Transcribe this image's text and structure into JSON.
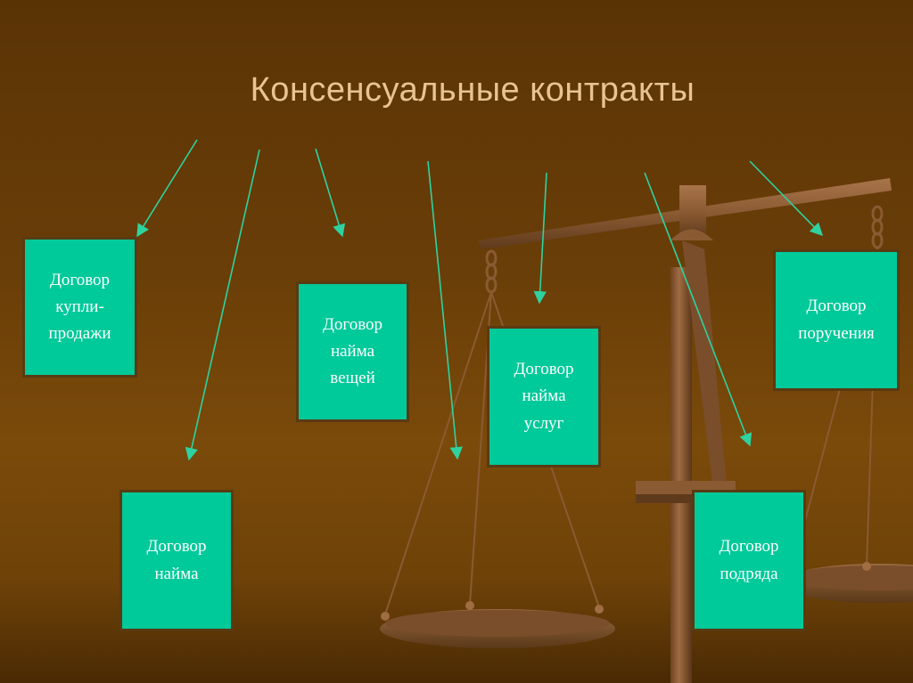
{
  "title": "Консенсуальные контракты",
  "colors": {
    "background": "#6a3e08",
    "title": "#e8c490",
    "box_fill": "#00c99a",
    "box_border": "#5a3a12",
    "box_text": "#ffffff",
    "arrow": "#2ed2a0",
    "scales": "#8a5a2e"
  },
  "illustration": "balance-scales",
  "contracts": [
    {
      "label": "Договор\nкупли-\nпродажи"
    },
    {
      "label": "Договор\nнайма"
    },
    {
      "label": "Договор\nнайма\nвещей"
    },
    {
      "label": "Договор\nнайма\nуслуг"
    },
    {
      "label": "Договор\nпоручения"
    },
    {
      "label": "Договор\nподряда"
    }
  ]
}
